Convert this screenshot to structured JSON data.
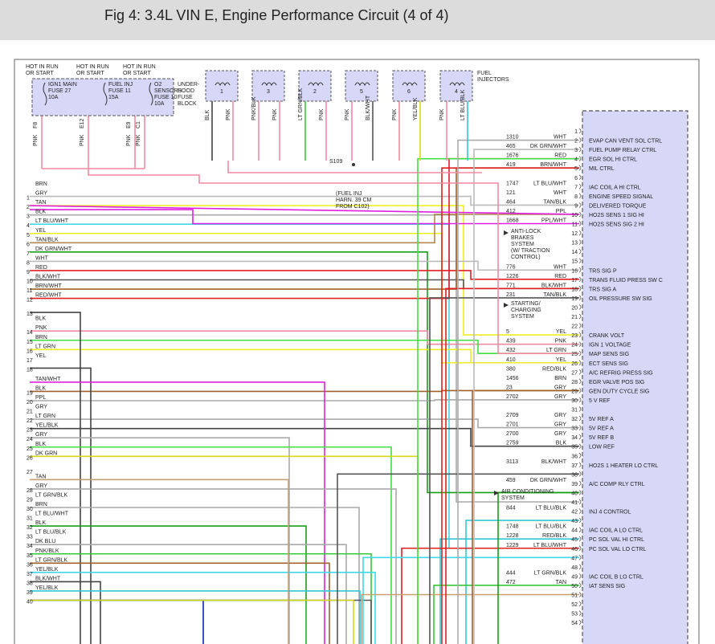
{
  "title": "Fig 4: 3.4L VIN E, Engine Performance Circuit (4 of 4)",
  "fuse_block": {
    "sources": [
      "HOT IN RUN\nOR START",
      "HOT IN RUN\nOR START",
      "HOT IN RUN\nOR START"
    ],
    "fuses": [
      {
        "name": "IGN1 MAIN\nFUSE 27\n10A"
      },
      {
        "name": "FUEL INJ\nFUSE 11\n15A"
      },
      {
        "name": "O2\nSENSORS\nFUSE 10\n10A"
      }
    ],
    "block_label": "UNDER-\nHOOD\nFUSE\nBLOCK",
    "pins": [
      "F8",
      "E12",
      "E9",
      "C1"
    ],
    "wire_colors": [
      "PNK",
      "PNK",
      "PNK",
      "PNK"
    ]
  },
  "injectors": {
    "label": "FUEL\nINJECTORS",
    "items": [
      {
        "num": "1",
        "wires": [
          "BLK",
          "PNK"
        ]
      },
      {
        "num": "3",
        "wires": [
          "PNK/BLK",
          "PNK"
        ]
      },
      {
        "num": "2",
        "wires": [
          "LT GRN/BLK",
          "PNK"
        ]
      },
      {
        "num": "5",
        "wires": [
          "PNK",
          "BLK/WHT"
        ]
      },
      {
        "num": "6",
        "wires": [
          "PNK",
          "YEL/BLK"
        ]
      },
      {
        "num": "4",
        "wires": [
          "PNK",
          "LT BLU/BLK"
        ]
      }
    ]
  },
  "splice": {
    "id": "S109",
    "note": "(FUEL INJ\nHARN. 39 CM\nFROM C102)"
  },
  "left_connector": [
    {
      "pin": "",
      "color": "BRN"
    },
    {
      "pin": "1",
      "color": "GRY"
    },
    {
      "pin": "2",
      "color": "TAN"
    },
    {
      "pin": "3",
      "color": "BLK"
    },
    {
      "pin": "4",
      "color": "LT BLU/WHT"
    },
    {
      "pin": "5",
      "color": "YEL"
    },
    {
      "pin": "6",
      "color": "TAN/BLK"
    },
    {
      "pin": "7",
      "color": "DK GRN/WHT"
    },
    {
      "pin": "8",
      "color": "WHT"
    },
    {
      "pin": "9",
      "color": "RED"
    },
    {
      "pin": "10",
      "color": "BLK/WHT"
    },
    {
      "pin": "11",
      "color": "BRN/WHT"
    },
    {
      "pin": "12",
      "color": "RED/WHT"
    },
    {
      "pin": "13",
      "color": ""
    },
    {
      "pin": "",
      "color": "BLK"
    },
    {
      "pin": "14",
      "color": "PNK"
    },
    {
      "pin": "15",
      "color": "BRN"
    },
    {
      "pin": "16",
      "color": "LT GRN"
    },
    {
      "pin": "17",
      "color": "YEL"
    },
    {
      "pin": "18",
      "color": ""
    },
    {
      "pin": "",
      "color": "TAN/WHT"
    },
    {
      "pin": "19",
      "color": "BLK"
    },
    {
      "pin": "20",
      "color": "PPL"
    },
    {
      "pin": "21",
      "color": "GRY"
    },
    {
      "pin": "22",
      "color": "LT GRN"
    },
    {
      "pin": "23",
      "color": "YEL/BLK"
    },
    {
      "pin": "24",
      "color": "GRY"
    },
    {
      "pin": "25",
      "color": "BLK"
    },
    {
      "pin": "26",
      "color": "DK GRN"
    },
    {
      "pin": "27",
      "color": ""
    },
    {
      "pin": "",
      "color": "TAN"
    },
    {
      "pin": "28",
      "color": "GRY"
    },
    {
      "pin": "29",
      "color": "LT GRN/BLK"
    },
    {
      "pin": "30",
      "color": "BRN"
    },
    {
      "pin": "31",
      "color": "LT BLU/WHT"
    },
    {
      "pin": "32",
      "color": "BLK"
    },
    {
      "pin": "33",
      "color": "LT BLU/BLK"
    },
    {
      "pin": "34",
      "color": "DK BLU"
    },
    {
      "pin": "35",
      "color": "PNK/BLK"
    },
    {
      "pin": "36",
      "color": "LT GRN/BLK"
    },
    {
      "pin": "37",
      "color": "YEL/BLK"
    },
    {
      "pin": "38",
      "color": "BLK/WHT"
    },
    {
      "pin": "39",
      "color": "YEL/BLK"
    },
    {
      "pin": "40",
      "color": ""
    }
  ],
  "pcm": [
    {
      "pin": "1",
      "circuit": "",
      "color": "",
      "func": ""
    },
    {
      "pin": "2",
      "circuit": "1310",
      "color": "WHT",
      "func": "EVAP CAN VENT SOL CTRL"
    },
    {
      "pin": "3",
      "circuit": "465",
      "color": "DK GRN/WHT",
      "func": "FUEL PUMP RELAY CTRL"
    },
    {
      "pin": "4",
      "circuit": "1676",
      "color": "RED",
      "func": "EGR SOL HI CTRL"
    },
    {
      "pin": "5",
      "circuit": "419",
      "color": "BRN/WHT",
      "func": "MIL CTRL"
    },
    {
      "pin": "6",
      "circuit": "",
      "color": "",
      "func": ""
    },
    {
      "pin": "7",
      "circuit": "1747",
      "color": "LT BLU/WHT",
      "func": "IAC COIL A HI CTRL"
    },
    {
      "pin": "8",
      "circuit": "121",
      "color": "WHT",
      "func": "ENGINE SPEED SIGNAL"
    },
    {
      "pin": "9",
      "circuit": "464",
      "color": "TAN/BLK",
      "func": "DELIVERED TORQUE"
    },
    {
      "pin": "10",
      "circuit": "412",
      "color": "PPL",
      "func": "HO2S SENS 1 SIG HI"
    },
    {
      "pin": "11",
      "circuit": "1668",
      "color": "PPL/WHT",
      "func": "HO2S SENS SIG 2 HI"
    },
    {
      "pin": "12",
      "circuit": "",
      "color": "",
      "func": ""
    },
    {
      "pin": "13",
      "circuit": "",
      "color": "",
      "func": ""
    },
    {
      "pin": "14",
      "circuit": "",
      "color": "",
      "func": ""
    },
    {
      "pin": "15",
      "circuit": "",
      "color": "",
      "func": ""
    },
    {
      "pin": "16",
      "circuit": "776",
      "color": "WHT",
      "func": "TRS SIG P"
    },
    {
      "pin": "17",
      "circuit": "1226",
      "color": "RED",
      "func": "TRANS FLUID PRESS SW C"
    },
    {
      "pin": "18",
      "circuit": "771",
      "color": "BLK/WHT",
      "func": "TRS SIG A"
    },
    {
      "pin": "19",
      "circuit": "231",
      "color": "TAN/BLK",
      "func": "OIL PRESSURE SW SIG"
    },
    {
      "pin": "20",
      "circuit": "",
      "color": "",
      "func": ""
    },
    {
      "pin": "21",
      "circuit": "",
      "color": "",
      "func": ""
    },
    {
      "pin": "22",
      "circuit": "",
      "color": "",
      "func": ""
    },
    {
      "pin": "23",
      "circuit": "5",
      "color": "YEL",
      "func": "CRANK VOLT"
    },
    {
      "pin": "24",
      "circuit": "439",
      "color": "PNK",
      "func": "IGN 1 VOLTAGE"
    },
    {
      "pin": "25",
      "circuit": "432",
      "color": "LT GRN",
      "func": "MAP SENS SIG"
    },
    {
      "pin": "26",
      "circuit": "410",
      "color": "YEL",
      "func": "ECT SENS SIG"
    },
    {
      "pin": "27",
      "circuit": "380",
      "color": "RED/BLK",
      "func": "A/C REFRIG PRESS SIG"
    },
    {
      "pin": "28",
      "circuit": "1456",
      "color": "BRN",
      "func": "EGR VALVE POS SIG"
    },
    {
      "pin": "29",
      "circuit": "23",
      "color": "GRY",
      "func": "GEN DUTY CYCLE SIG"
    },
    {
      "pin": "30",
      "circuit": "2702",
      "color": "GRY",
      "func": "5 V REF"
    },
    {
      "pin": "31",
      "circuit": "",
      "color": "",
      "func": ""
    },
    {
      "pin": "32",
      "circuit": "2709",
      "color": "GRY",
      "func": "5V REF A"
    },
    {
      "pin": "33",
      "circuit": "2701",
      "color": "GRY",
      "func": "5V REF A"
    },
    {
      "pin": "34",
      "circuit": "2700",
      "color": "GRY",
      "func": "5V REF B"
    },
    {
      "pin": "35",
      "circuit": "2759",
      "color": "BLK",
      "func": "LOW REF"
    },
    {
      "pin": "36",
      "circuit": "",
      "color": "",
      "func": ""
    },
    {
      "pin": "37",
      "circuit": "3113",
      "color": "BLK/WHT",
      "func": "HO2S 1 HEATER LO CTRL"
    },
    {
      "pin": "38",
      "circuit": "",
      "color": "",
      "func": ""
    },
    {
      "pin": "39",
      "circuit": "459",
      "color": "DK GRN/WHT",
      "func": "A/C COMP RLY CTRL"
    },
    {
      "pin": "40",
      "circuit": "",
      "color": "",
      "func": ""
    },
    {
      "pin": "41",
      "circuit": "",
      "color": "",
      "func": ""
    },
    {
      "pin": "42",
      "circuit": "844",
      "color": "LT BLU/BLK",
      "func": "INJ 4 CONTROL"
    },
    {
      "pin": "43",
      "circuit": "",
      "color": "",
      "func": ""
    },
    {
      "pin": "44",
      "circuit": "1748",
      "color": "LT BLU/BLK",
      "func": "IAC COIL A LO CTRL"
    },
    {
      "pin": "45",
      "circuit": "1228",
      "color": "RED/BLK",
      "func": "PC SOL VAL HI CTRL"
    },
    {
      "pin": "46",
      "circuit": "1229",
      "color": "LT BLU/WHT",
      "func": "PC SOL VAL LO CTRL"
    },
    {
      "pin": "47",
      "circuit": "",
      "color": "",
      "func": ""
    },
    {
      "pin": "48",
      "circuit": "",
      "color": "",
      "func": ""
    },
    {
      "pin": "49",
      "circuit": "444",
      "color": "LT GRN/BLK",
      "func": "IAC COIL B LO CTRL"
    },
    {
      "pin": "50",
      "circuit": "472",
      "color": "TAN",
      "func": "IAT SENS SIG"
    },
    {
      "pin": "51",
      "circuit": "",
      "color": "",
      "func": ""
    },
    {
      "pin": "52",
      "circuit": "",
      "color": "",
      "func": ""
    },
    {
      "pin": "53",
      "circuit": "",
      "color": "",
      "func": ""
    },
    {
      "pin": "54",
      "circuit": "",
      "color": "",
      "func": ""
    }
  ],
  "refs": [
    {
      "text": "ANTI-LOCK\nBRAKES\nSYSTEM\n(W/ TRACTION\nCONTROL)"
    },
    {
      "text": "STARTING/\nCHARGING\nSYSTEM"
    },
    {
      "text": "AIR CONDITIONING\nSYSTEM"
    }
  ],
  "colors": {
    "BLK": "#444444",
    "PNK": "#f08aa0",
    "RED": "#e02020",
    "WHT": "#bbbbbb",
    "GRY": "#aaaaaa",
    "BRN": "#a0622d",
    "TAN": "#c8a070",
    "YEL": "#eeee22",
    "LT BLU": "#40d8e8",
    "LT GRN": "#44dd44",
    "DK GRN": "#18a018",
    "PPL": "#e020e0",
    "DK BLU": "#1020c0",
    "BLK/WHT": "#555555",
    "LT BLU/WHT": "#40d8e8",
    "LT BLU/BLK": "#30c8d8",
    "LT GRN/BLK": "#38c838",
    "YEL/BLK": "#d8d818",
    "PNK/BLK": "#f08aa0",
    "TAN/BLK": "#b08850",
    "TAN/WHT": "#c8a070",
    "DK GRN/WHT": "#18a018",
    "BRN/WHT": "#a0622d",
    "RED/WHT": "#e02020",
    "RED/BLK": "#e02020",
    "PPL/WHT": "#e020e0",
    "pcm_fill": "#d7d7f8"
  }
}
